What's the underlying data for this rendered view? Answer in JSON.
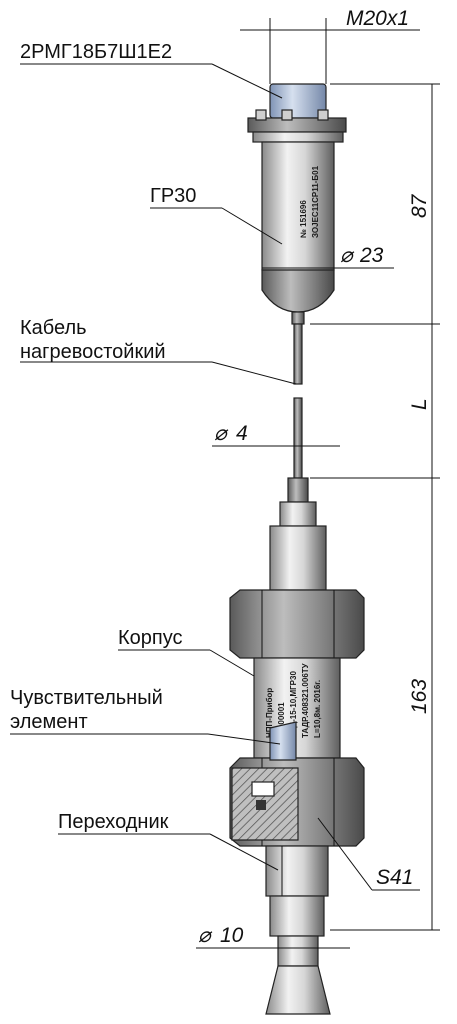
{
  "labels": {
    "connector": "2РМГ18Б7Ш1Е2",
    "head": "ГР30",
    "cable_line1": "Кабель",
    "cable_line2": "нагревостойкий",
    "body": "Корпус",
    "sensor_line1": "Чувствительный",
    "sensor_line2": "элемент",
    "adapter": "Переходник"
  },
  "dimensions": {
    "thread": "M20x1",
    "head_length": "87",
    "head_diameter": "23",
    "cable_length": "L",
    "cable_diameter": "4",
    "body_length": "163",
    "wrench_size": "S41",
    "tip_diameter": "10",
    "diameter_symbol": "⌀"
  },
  "markings": {
    "head": [
      "№ 151696",
      "ЗОЈЕС11СР11-Б01"
    ],
    "body": [
      "НПП-Прибор",
      "№100001",
      "ПТД-15-10,МГР30",
      "ТАДР.408321.006ТУ",
      "L=10,8м. 2016г."
    ]
  },
  "colors": {
    "metal_light": "#e6e6e6",
    "metal_dark": "#6a6a6a",
    "connector_blue": "#a9bcd8",
    "section_hatch": "#8a8a8a"
  }
}
